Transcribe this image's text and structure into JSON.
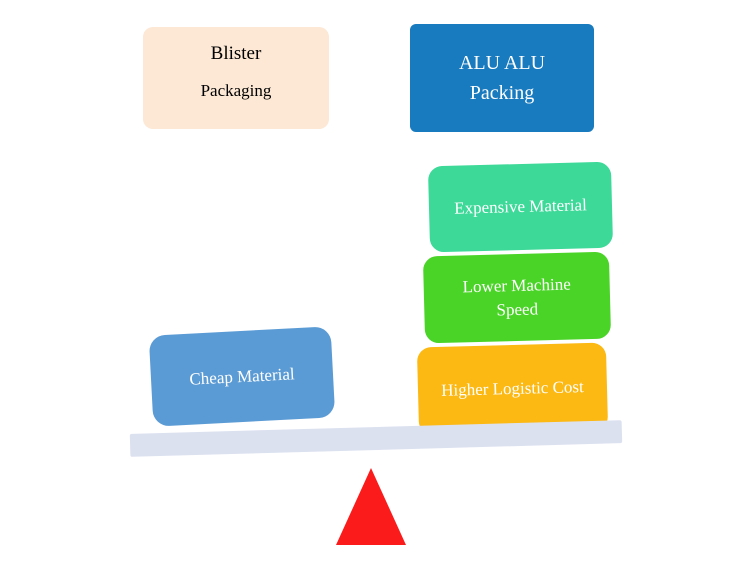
{
  "diagram": {
    "blister_card": {
      "line1": "Blister",
      "line2": "Packaging",
      "bg": "#fce8d5",
      "text_color": "#000000"
    },
    "alu_card": {
      "label": "ALU ALU Packing",
      "bg": "#187abf",
      "text_color": "#ffffff"
    },
    "right_stack": [
      {
        "label": "Expensive Material",
        "bg": "#3cd998"
      },
      {
        "label": "Lower Machine Speed",
        "bg": "#4bd428"
      },
      {
        "label": "Higher Logistic Cost",
        "bg": "#fcb813"
      }
    ],
    "left_stack": [
      {
        "label": "Cheap Material",
        "bg": "#5b9bd5"
      }
    ],
    "plank_color": "#dce1f0",
    "fulcrum_color": "#fb1b1b"
  }
}
